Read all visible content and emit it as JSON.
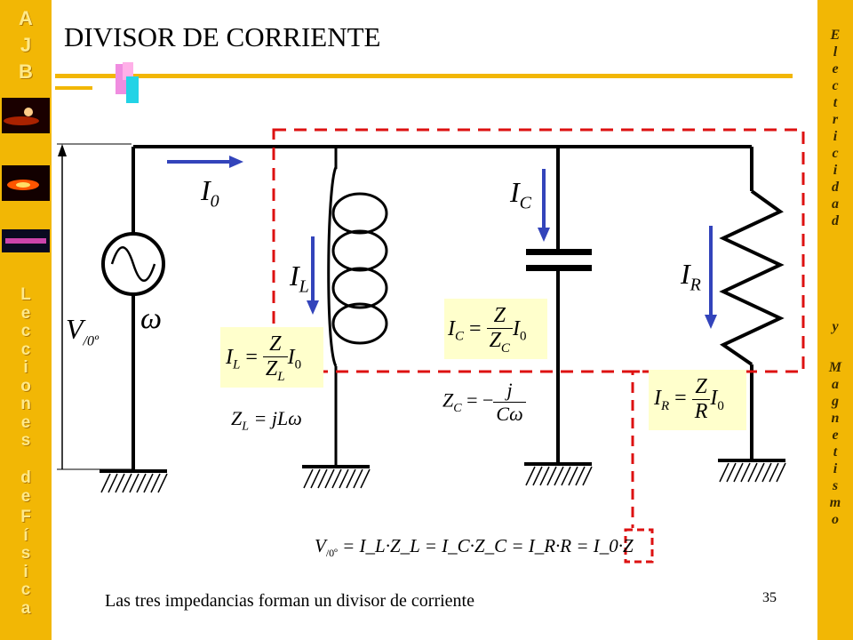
{
  "title": "DIVISOR DE CORRIENTE",
  "caption": "Las tres impedancias forman un divisor de corriente",
  "page_number": "35",
  "sidebar_left": {
    "logo": [
      "A",
      "J",
      "B"
    ],
    "vertical_text_1": [
      "L",
      "e",
      "c",
      "c",
      "i",
      "o",
      "n",
      "e",
      "s"
    ],
    "vertical_text_2": [
      "d",
      "e"
    ],
    "vertical_text_3": [
      "F",
      "í",
      "s",
      "i",
      "c",
      "a"
    ]
  },
  "sidebar_right": {
    "word_1": [
      "E",
      "l",
      "e",
      "c",
      "t",
      "r",
      "i",
      "c",
      "i",
      "d",
      "a",
      "d"
    ],
    "word_2": [
      "y"
    ],
    "word_3": [
      "M",
      "a",
      "g",
      "n",
      "e",
      "t",
      "i",
      "s",
      "m",
      "o"
    ]
  },
  "labels": {
    "i0": "I",
    "i0_sub": "0",
    "ic": "I",
    "ic_sub": "C",
    "il": "I",
    "il_sub": "L",
    "ir": "I",
    "ir_sub": "R",
    "omega": "ω",
    "v": "V",
    "v_sub": "/0º"
  },
  "equations": {
    "il_lhs": "I",
    "il_lhs_sub": "L",
    "il_eq": " = ",
    "il_num": "Z",
    "il_den": "Z",
    "il_den_sub": "L",
    "il_rhs": "I",
    "il_rhs_sub": "0",
    "ic_lhs": "I",
    "ic_lhs_sub": "C",
    "ic_eq": " = ",
    "ic_num": "Z",
    "ic_den": "Z",
    "ic_den_sub": "C",
    "ic_rhs": "I",
    "ic_rhs_sub": "0",
    "ir_lhs": "I",
    "ir_lhs_sub": "R",
    "ir_eq": " = ",
    "ir_num": "Z",
    "ir_den": "R",
    "ir_rhs": "I",
    "ir_rhs_sub": "0",
    "zl_lhs": "Z",
    "zl_lhs_sub": "L",
    "zl_rhs": " = jLω",
    "zc_lhs": "Z",
    "zc_lhs_sub": "C",
    "zc_eq": " = −",
    "zc_num": "j",
    "zc_den": "Cω",
    "bottom": "V",
    "bottom_sub": "/0º",
    "bottom_rest": " = I_L·Z_L = I_C·Z_C = I_R·R = I_0·Z"
  },
  "colors": {
    "sidebar": "#f2b705",
    "arrow": "#3344bb",
    "dashed_box": "#dd1111",
    "eq_background": "#ffffcc",
    "accent_cyan": "#22d3e6",
    "accent_pink": "#f08de0"
  }
}
